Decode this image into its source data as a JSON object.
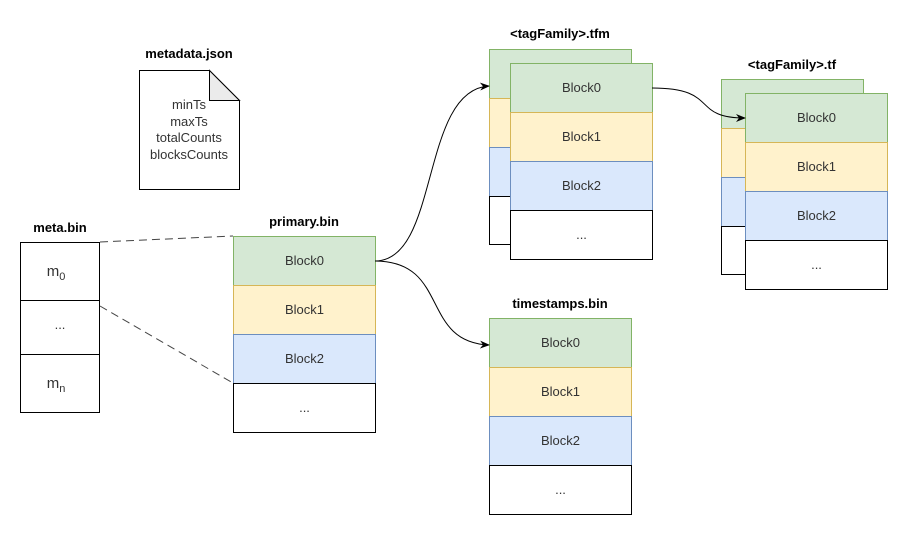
{
  "colors": {
    "green_fill": "#d5e8d4",
    "green_stroke": "#82b366",
    "yellow_fill": "#fff2cc",
    "yellow_stroke": "#d6b656",
    "blue_fill": "#dae8fc",
    "blue_stroke": "#6c8ebf",
    "doc_fold": "#ebebeb",
    "line": "#000000"
  },
  "metadata_json": {
    "title": "metadata.json",
    "fields": [
      "minTs",
      "maxTs",
      "totalCounts",
      "blocksCounts"
    ]
  },
  "meta_bin": {
    "title": "meta.bin",
    "rows": [
      {
        "base": "m",
        "sub": "0"
      },
      {
        "base": "...",
        "sub": ""
      },
      {
        "base": "m",
        "sub": "n"
      }
    ]
  },
  "primary_bin": {
    "title": "primary.bin",
    "blocks": [
      "Block0",
      "Block1",
      "Block2",
      "..."
    ]
  },
  "tag_family_tfm": {
    "title": "<tagFamily>.tfm",
    "blocks": [
      "Block0",
      "Block1",
      "Block2",
      "..."
    ]
  },
  "tag_family_tf": {
    "title": "<tagFamily>.tf",
    "blocks": [
      "Block0",
      "Block1",
      "Block2",
      "..."
    ]
  },
  "timestamps_bin": {
    "title": "timestamps.bin",
    "blocks": [
      "Block0",
      "Block1",
      "Block2",
      "..."
    ]
  },
  "connections": [
    {
      "from": "meta_bin.m0",
      "to": "primary_bin",
      "style": "dashed"
    },
    {
      "from": "primary_bin.Block0",
      "to": "tag_family_tfm",
      "style": "arrow"
    },
    {
      "from": "primary_bin.Block0",
      "to": "timestamps_bin",
      "style": "arrow"
    },
    {
      "from": "tag_family_tfm.Block0",
      "to": "tag_family_tf",
      "style": "arrow"
    }
  ]
}
